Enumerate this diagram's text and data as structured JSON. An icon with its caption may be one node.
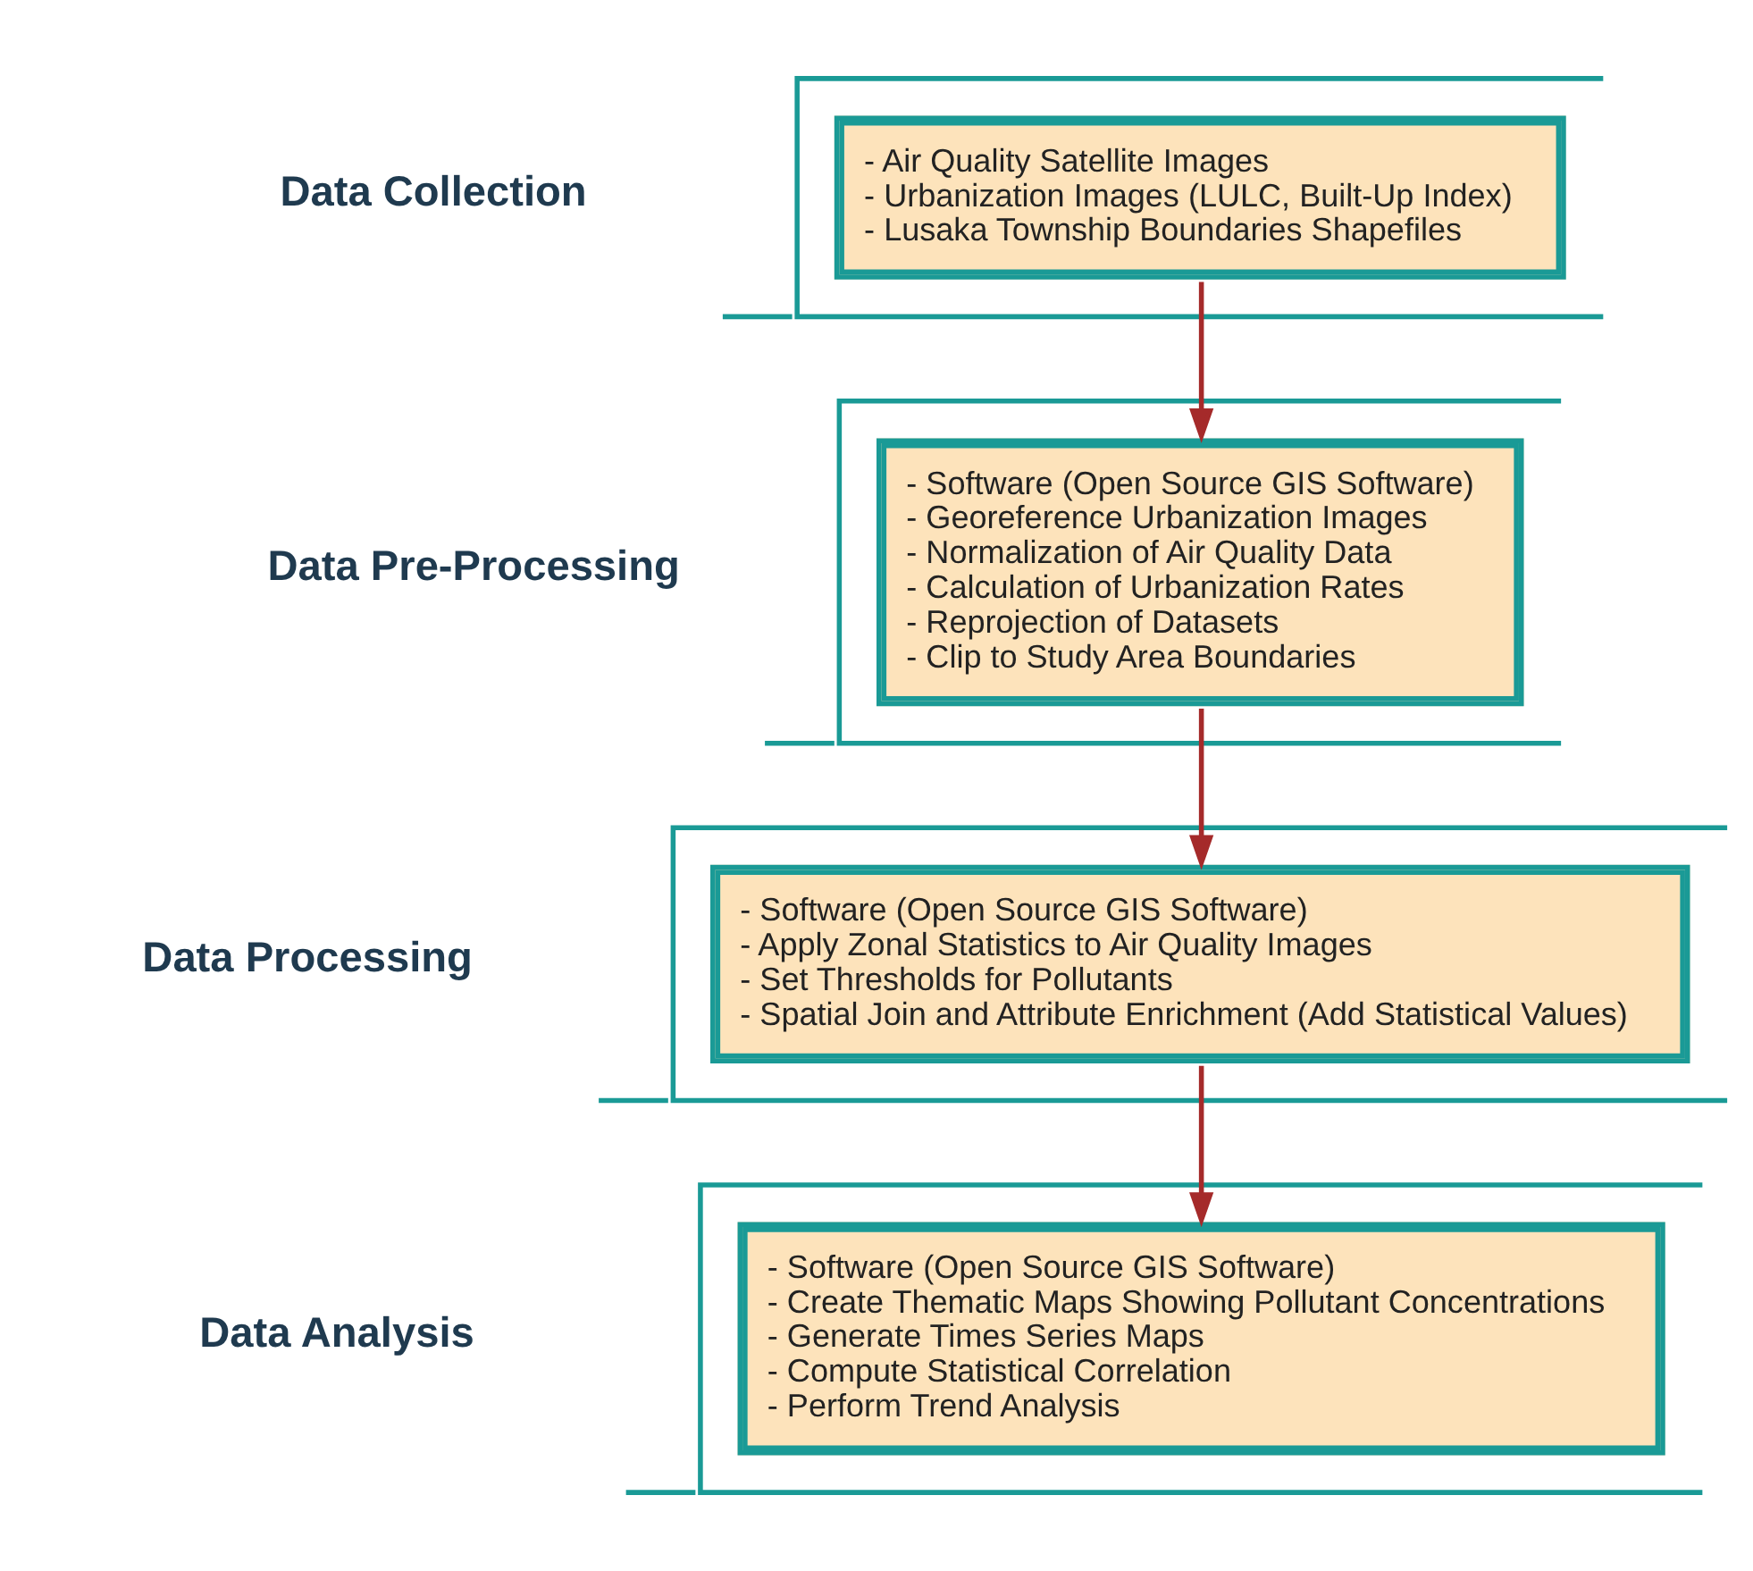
{
  "diagram": {
    "nodes": [
      {
        "text": [
          "Data Collection",
          "- Air Quality Satellite Images",
          "- Urbanization Images (LULC, Built-Up Index)",
          "- Lusaka Township Boundaries Shapefiles"
        ]
      },
      {
        "text": [
          "Data Pre-Processing",
          "- Software (Open Source GIS Software)",
          "- Georeference Urbanization Images",
          "- Normalization of Air Quality Data",
          "- Calculation of Urbanization Rates",
          "- Reprojection of Datasets",
          "- Clip to Study Area Boundaries"
        ]
      },
      {
        "text": [
          "Data Processing",
          "- Software (Open Source GIS Software)",
          "- Apply Zonal Statistics to Air Quality Images",
          "- Set Thresholds for Pollutants",
          "- Spatial Join and Attribute Enrichment (Add Statistical Values)"
        ]
      },
      {
        "text": [
          "Data Analysis",
          "- Software (Open Source GIS Software)",
          "- Create Thematic Maps Showing Pollutant Concentrations",
          "- Generate Times Series Maps",
          "- Compute Statistical Correlation",
          "- Perform Trend Analysis"
        ]
      }
    ],
    "edges": [
      {
        "from": 0,
        "to": 1,
        "arrow": "to"
      },
      {
        "from": 1,
        "to": 2,
        "arrow": "to"
      },
      {
        "from": 2,
        "to": 3,
        "arrow": "to"
      }
    ]
  }
}
